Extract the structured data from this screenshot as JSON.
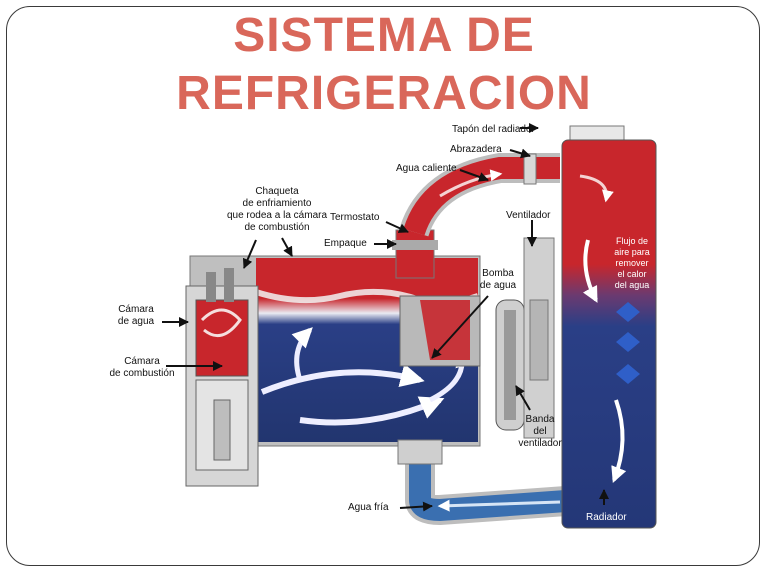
{
  "slide": {
    "title_line1": "SISTEMA DE",
    "title_line2": "REFRIGERACION"
  },
  "diagram": {
    "labels": {
      "tapon": "Tapón del radiador",
      "abrazadera": "Abrazadera",
      "agua_caliente": "Agua caliente",
      "chaqueta_1": "Chaqueta",
      "chaqueta_2": "de enfriamiento",
      "chaqueta_3": "que rodea a la cámara",
      "chaqueta_4": "de combustión",
      "termostato": "Termostato",
      "empaque": "Empaque",
      "ventilador": "Ventilador",
      "flujo_1": "Flujo de",
      "flujo_2": "aire para",
      "flujo_3": "remover",
      "flujo_4": "el calor",
      "flujo_5": "del agua",
      "bomba_1": "Bomba",
      "bomba_2": "de agua",
      "camara_agua_1": "Cámara",
      "camara_agua_2": "de agua",
      "camara_comb_1": "Cámara",
      "camara_comb_2": "de combustión",
      "banda_1": "Banda",
      "banda_2": "del",
      "banda_3": "ventilador",
      "agua_fria": "Agua fría",
      "radiador": "Radiador"
    },
    "colors": {
      "hot_water": "#c8262c",
      "cold_water": "#2a3f86",
      "metal": "#c9c9c9",
      "title": "#d9675a"
    }
  }
}
